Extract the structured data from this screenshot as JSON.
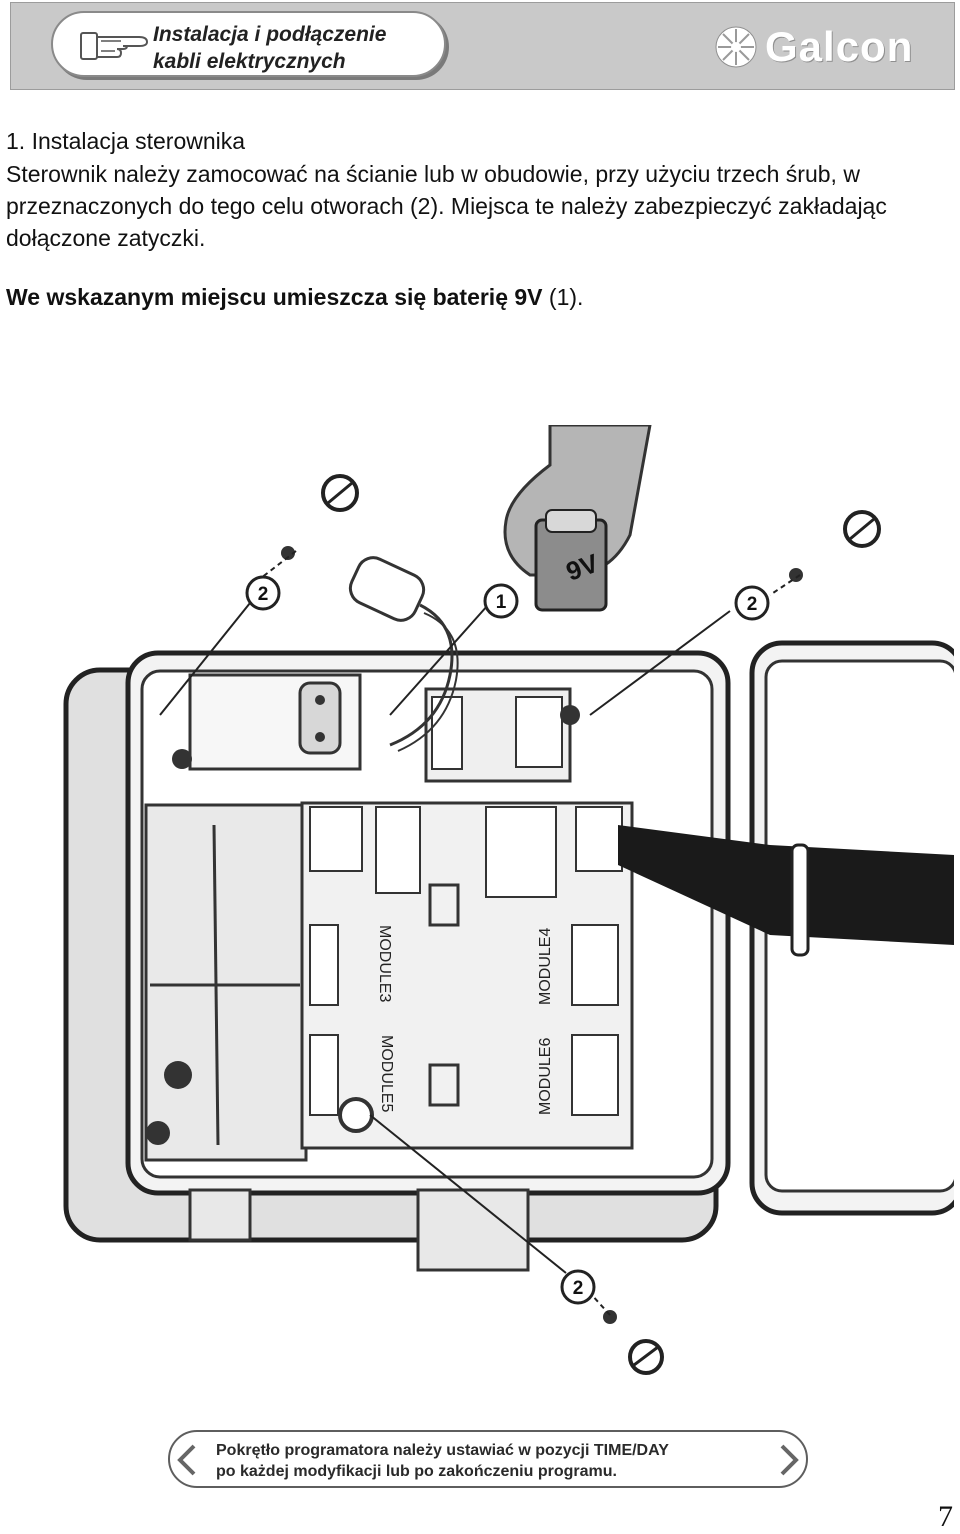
{
  "header": {
    "title_line1": "Instalacja i podłączenie",
    "title_line2": "kabli elektrycznych",
    "logo_text": "Galcon",
    "bar_color": "#c9c9c9"
  },
  "section": {
    "heading": "1. Instalacja sterownika",
    "paragraph": "Sterownik należy zamocować na ścianie lub w obudowie, przy użyciu trzech śrub, w przeznaczonych do tego celu otworach (2). Miejsca te należy zabezpieczyć zakładając dołączone zatyczki.",
    "battery_bold": "We wskazanym miejscu umieszcza się baterię 9V",
    "battery_ref": " (1)."
  },
  "figure": {
    "battery_label": "9V",
    "callout_1": "1",
    "callout_2": "2",
    "module_labels": [
      "MODULE3",
      "MODULE4",
      "MODULE5",
      "MODULE6"
    ]
  },
  "note": {
    "line1": "Pokrętło programatora należy ustawiać w pozycji TIME/DAY",
    "line2": "po każdej modyfikacji lub po zakończeniu programu."
  },
  "page_number": "7",
  "icons": [
    "hand-pointer-icon",
    "galcon-logo-icon",
    "chevron-left-icon",
    "chevron-right-icon"
  ]
}
